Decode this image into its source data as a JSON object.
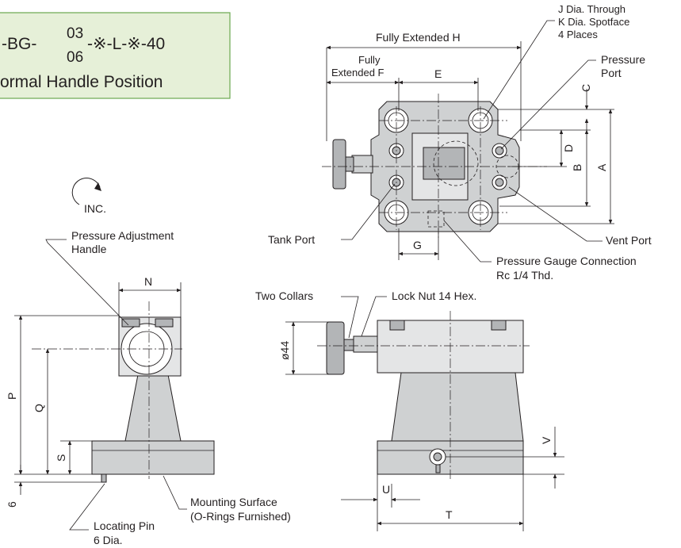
{
  "title_box": {
    "model_prefix": "-BG-",
    "size_upper": "03",
    "size_lower": "06",
    "model_suffix": "-※-L-※-40",
    "subtitle": "ormal Handle Position",
    "bg_color": "#e6f0d8",
    "border_color": "#6aa84f"
  },
  "rotation": {
    "label": "INC."
  },
  "top_view": {
    "fully_extended_h": "Fully Extended H",
    "fully_extended_f_line1": "Fully",
    "fully_extended_f_line2": "Extended F",
    "dim_e": "E",
    "dim_c": "C",
    "dim_d": "D",
    "dim_b": "B",
    "dim_a": "A",
    "dim_g": "G",
    "j_line1": "J Dia. Through",
    "j_line2": "K Dia. Spotface",
    "j_line3": "4 Places",
    "pressure_port_line1": "Pressure",
    "pressure_port_line2": "Port",
    "tank_port": "Tank Port",
    "vent_port": "Vent Port",
    "gauge_line1": "Pressure Gauge Connection",
    "gauge_line2": "Rc 1/4 Thd."
  },
  "side_view": {
    "handle_line1": "Pressure Adjustment",
    "handle_line2": "Handle",
    "dim_n": "N",
    "dim_p": "P",
    "dim_q": "Q",
    "dim_s": "S",
    "dim_6": "6",
    "mounting_line1": "Mounting Surface",
    "mounting_line2": "(O-Rings Furnished)",
    "pin_line1": "Locating Pin",
    "pin_line2": "6 Dia."
  },
  "front_view": {
    "two_collars": "Two Collars",
    "lock_nut": "Lock Nut 14 Hex.",
    "dia_44": "ø44",
    "dim_v": "V",
    "dim_u": "U",
    "dim_t": "T"
  }
}
